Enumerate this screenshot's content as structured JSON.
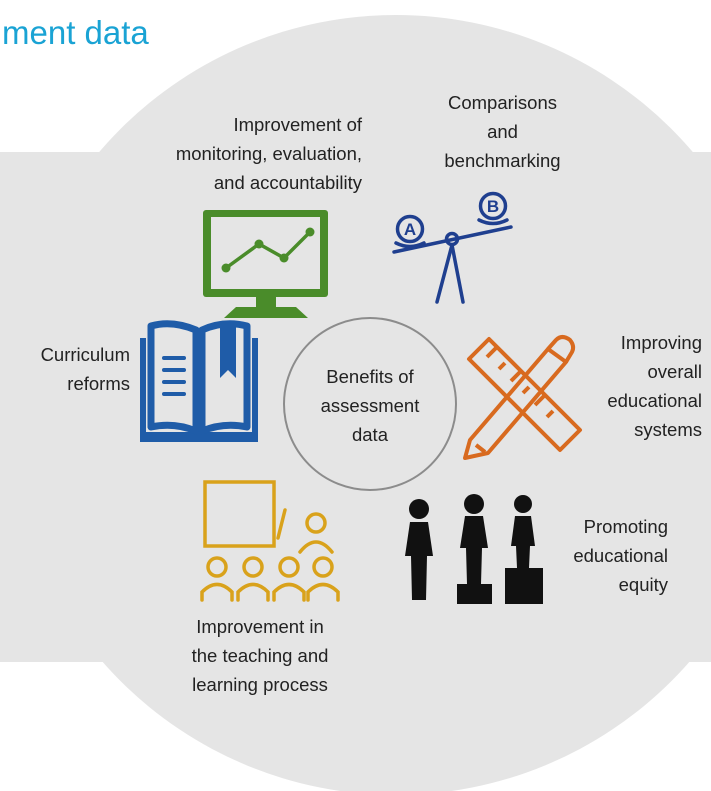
{
  "title": "ment data",
  "center": "Benefits of\nassessment\ndata",
  "benefits": {
    "monitoring": "Improvement of\nmonitoring, evaluation,\nand accountability",
    "comparisons": "Comparisons\nand\nbenchmarking",
    "curriculum": "Curriculum\nreforms",
    "systems": "Improving\noverall\neducational\nsystems",
    "teaching": "Improvement in\nthe teaching and\nlearning process",
    "equity": "Promoting\neducational\nequity"
  },
  "scale_letters": [
    "A",
    "B"
  ],
  "icons": {
    "monitoring": "monitor-line-chart-icon",
    "comparisons": "balance-scale-icon",
    "curriculum": "open-book-icon",
    "systems": "ruler-pencil-icon",
    "teaching": "classroom-teacher-icon",
    "equity": "podium-people-icon"
  },
  "colors": {
    "title": "#1aa3d4",
    "background_shape": "#e5e5e5",
    "center_circle_stroke": "#8c8c8c",
    "monitoring": "#4a8c2a",
    "comparisons": "#1f3f8f",
    "curriculum": "#1f5ca8",
    "systems": "#d86a1f",
    "teaching": "#d9a21b",
    "equity": "#111111"
  }
}
